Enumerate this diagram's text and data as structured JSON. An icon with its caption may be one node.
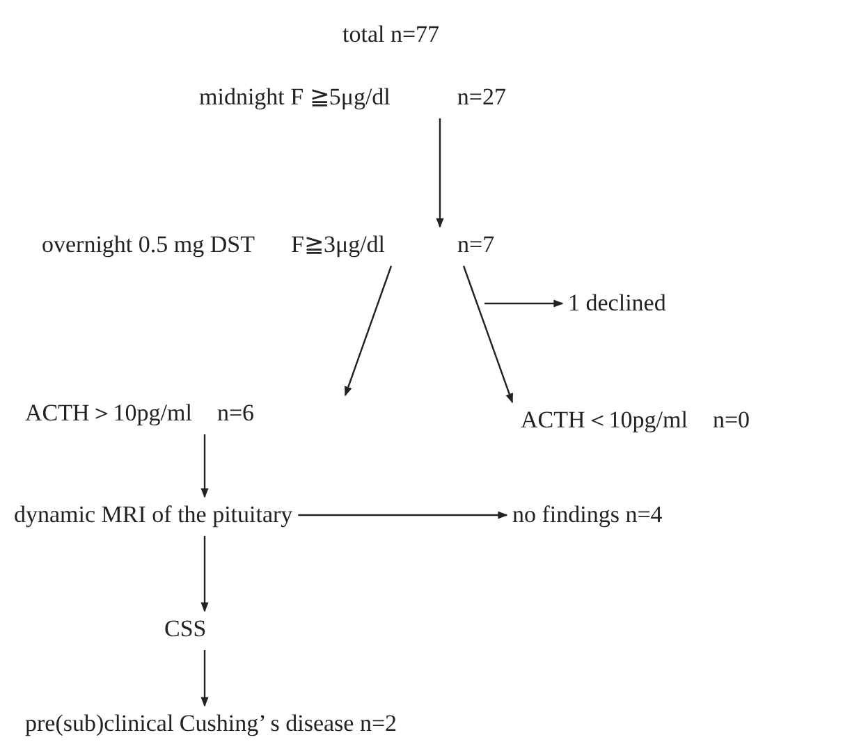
{
  "diagram": {
    "nodes": [
      {
        "text": [
          "midnight F ≧5μg/dl",
          "n=27"
        ]
      },
      {
        "text": [
          "overnight 0.5 mg DST",
          "F≧3μg/dl",
          "n=7"
        ]
      },
      {
        "text": [
          "1 declined"
        ]
      },
      {
        "text": [
          "ACTH＞10pg/ml",
          "n=6"
        ]
      },
      {
        "text": [
          "ACTH＜10pg/ml",
          "n=0"
        ]
      },
      {
        "text": [
          "dynamic MRI of the pituitary"
        ]
      },
      {
        "text": [
          "no findings n=4"
        ]
      },
      {
        "text": [
          "CSS"
        ]
      },
      {
        "text": [
          "pre(sub)clinical Cushing’ s disease n=2"
        ]
      }
    ],
    "edges": [
      {
        "from": 0,
        "to": 1,
        "arrow": "to"
      },
      {
        "from": null,
        "to": 2,
        "arrow": "to"
      },
      {
        "from": 1,
        "to": 3,
        "arrow": "to"
      },
      {
        "from": 1,
        "to": 4,
        "arrow": "to"
      },
      {
        "from": 3,
        "to": 5,
        "arrow": "to"
      },
      {
        "from": 5,
        "to": 6,
        "arrow": "to"
      },
      {
        "from": 5,
        "to": 7,
        "arrow": "to"
      },
      {
        "from": 7,
        "to": 8,
        "arrow": "to"
      }
    ],
    "labels": [
      "total n=77"
    ]
  }
}
